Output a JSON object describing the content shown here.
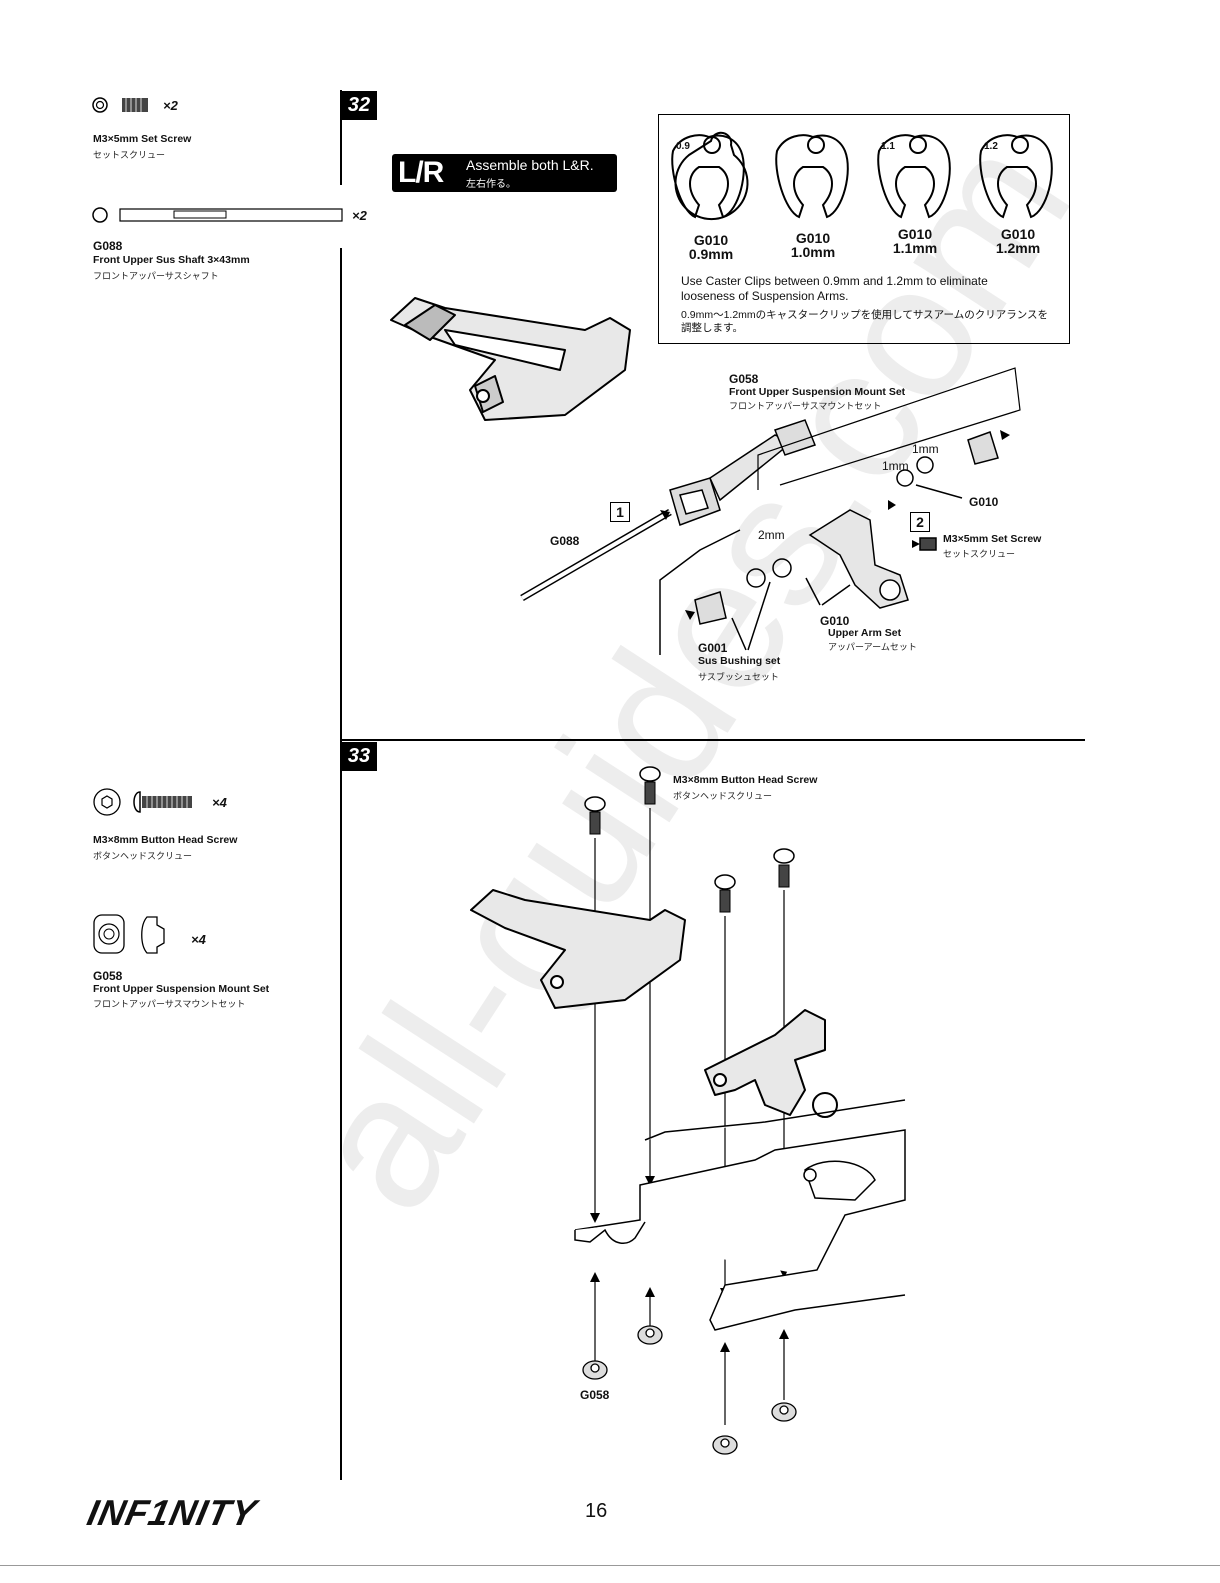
{
  "step32": {
    "number": "32",
    "left_parts": [
      {
        "qty": "×2",
        "name": "M3×5mm Set Screw",
        "jp": "セットスクリュー"
      },
      {
        "qty": "×2",
        "code": "G088",
        "name": "Front Upper Sus Shaft 3×43mm",
        "jp": "フロントアッパーサスシャフト"
      }
    ],
    "lr": {
      "big": "L/R",
      "text_en": "Assemble both L&R.",
      "text_jp": "左右作る。"
    },
    "clips": [
      {
        "tag": "0.9",
        "code": "G010",
        "size": "0.9mm"
      },
      {
        "tag": "",
        "code": "G010",
        "size": "1.0mm"
      },
      {
        "tag": "1.1",
        "code": "G010",
        "size": "1.1mm"
      },
      {
        "tag": "1.2",
        "code": "G010",
        "size": "1.2mm"
      }
    ],
    "clip_note_en": "Use Caster Clips between 0.9mm and 1.2mm to eliminate looseness of Suspension Arms.",
    "clip_note_jp": "0.9mm〜1.2mmのキャスタークリップを使用してサスアームのクリアランスを調整します。",
    "labels": {
      "g058_code": "G058",
      "g058_name": "Front Upper Suspension Mount Set",
      "g058_jp": "フロントアッパーサスマウントセット",
      "mm1a": "1mm",
      "mm1b": "1mm",
      "g010": "G010",
      "callout1": "1",
      "callout2": "2",
      "setscrew_name": "M3×5mm Set Screw",
      "setscrew_jp": "セットスクリュー",
      "g088": "G088",
      "mm2": "2mm",
      "arm_code": "G010",
      "arm_name": "Upper Arm Set",
      "arm_jp": "アッパーアームセット",
      "bush_code": "G001",
      "bush_name": "Sus Bushing set",
      "bush_jp": "サスブッシュセット"
    }
  },
  "step33": {
    "number": "33",
    "left_parts": [
      {
        "qty": "×4",
        "name": "M3×8mm Button Head Screw",
        "jp": "ボタンヘッドスクリュー"
      },
      {
        "qty": "×4",
        "code": "G058",
        "name": "Front Upper Suspension Mount Set",
        "jp": "フロントアッパーサスマウントセット"
      }
    ],
    "labels": {
      "screw_name": "M3×8mm Button Head Screw",
      "screw_jp": "ボタンヘッドスクリュー",
      "g058": "G058"
    }
  },
  "footer": {
    "brand": "INF1NITY",
    "page": "16"
  },
  "watermark": "all-guides.com"
}
